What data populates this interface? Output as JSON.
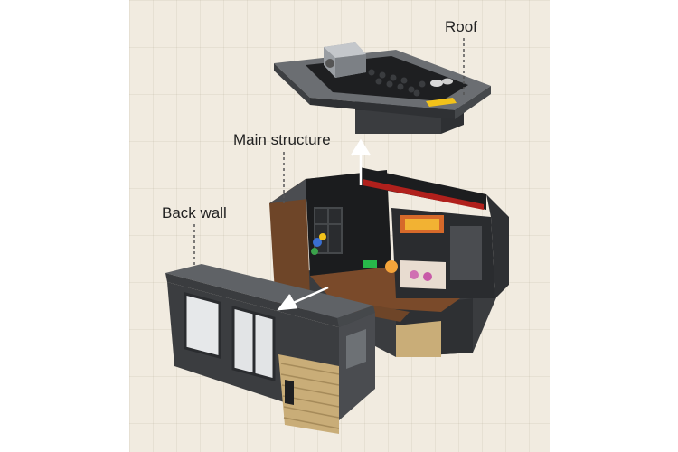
{
  "labels": {
    "roof": "Roof",
    "main_structure": "Main structure",
    "back_wall": "Back wall"
  },
  "colors": {
    "background": "#f1ebe0",
    "brick_dark": "#3b3d40",
    "brick_mid": "#5a5d61",
    "tan": "#c9ad78",
    "wood": "#7a4a2a",
    "accent_red": "#b0201c",
    "accent_yellow": "#f2c21a"
  }
}
